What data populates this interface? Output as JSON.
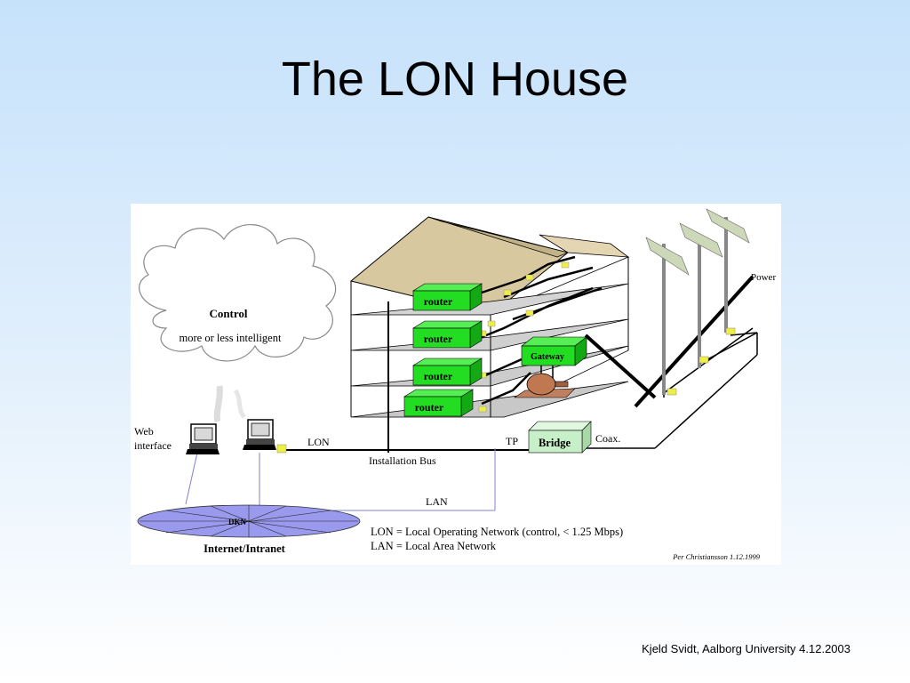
{
  "slide": {
    "title": "The LON House",
    "footer": "Kjeld Svidt, Aalborg University 4.12.2003"
  },
  "diagram": {
    "cloud": {
      "title": "Control",
      "subtitle": "more or less intelligent"
    },
    "labels": {
      "web_interface_line1": "Web",
      "web_interface_line2": "interface",
      "lon": "LON",
      "installation_bus": "Installation Bus",
      "lan": "LAN",
      "tp": "TP",
      "coax": "Coax.",
      "power": "Power",
      "dkn": "DKN",
      "internet": "Internet/Intranet"
    },
    "routers": [
      "router",
      "router",
      "router",
      "router"
    ],
    "gateway": "Gateway",
    "bridge": "Bridge",
    "legend": [
      "LON = Local Operating Network (control, < 1.25 Mbps)",
      "LAN = Local Area Network"
    ],
    "credit": "Per Christiansson 1.12.1999",
    "colors": {
      "router_green": "#22dd22",
      "bridge_green": "#c8f0c8",
      "roof": "#d8c8a0",
      "floor": "#d0d0d0",
      "network_disc": "#9999ee",
      "connector_yellow": "#eeee44"
    }
  }
}
